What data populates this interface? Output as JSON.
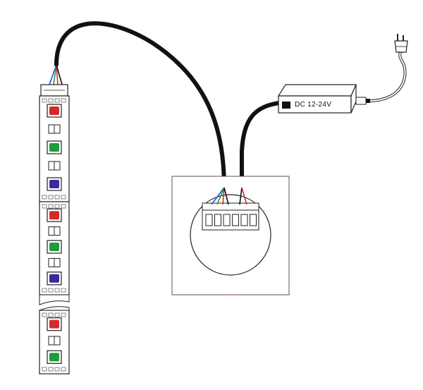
{
  "power_supply": {
    "label": "DC 12-24V"
  },
  "led_colors": {
    "red": "#d42a2a",
    "green": "#1f9a3c",
    "blue": "#3a2a9a"
  },
  "wire_colors": {
    "cable": "#111111",
    "blue": "#2a4bd8",
    "green": "#1d9a3a",
    "red": "#d42a2a",
    "black": "#111111"
  },
  "strip_segments": [
    {
      "leds": [
        "red",
        "white",
        "green",
        "white",
        "blue"
      ]
    },
    {
      "leds": [
        "red",
        "white",
        "green",
        "white",
        "blue"
      ]
    },
    {
      "leds": [
        "red",
        "white",
        "green"
      ]
    }
  ]
}
